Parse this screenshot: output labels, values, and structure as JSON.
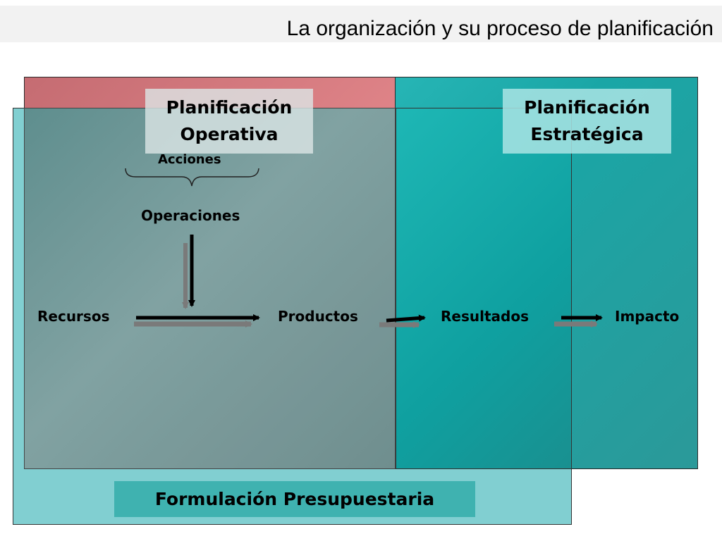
{
  "slide": {
    "title": "La organización y su proceso de planificación"
  },
  "regions": {
    "operative": {
      "line1": "Planificación",
      "line2": "Operativa"
    },
    "strategic": {
      "line1": "Planificación",
      "line2": "Estratégica"
    },
    "budget": {
      "label": "Formulación Presupuestaria"
    }
  },
  "flow": {
    "acciones": "Acciones",
    "operaciones": "Operaciones",
    "recursos": "Recursos",
    "productos": "Productos",
    "resultados": "Resultados",
    "impacto": "Impacto"
  },
  "colors": {
    "operative_region": "#f6989b",
    "strategic_region": "#1aa6a6",
    "budget_region": "#4cbabe",
    "arrow": "#000000",
    "arrow_shadow": "#7a7a7a"
  }
}
